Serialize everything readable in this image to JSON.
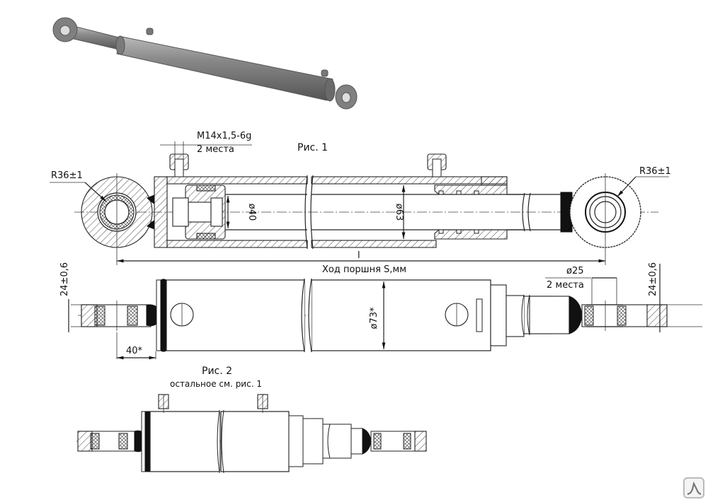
{
  "drawing": {
    "subject": "Hydraulic cylinder",
    "figure1": {
      "title": "Рис. 1",
      "thread_callout": {
        "line1": "M14x1,5-6g",
        "line2": "2 места"
      },
      "radius_left": "R36±1",
      "radius_right": "R36±1",
      "rod_diameter": "ø40",
      "bore_diameter": "ø63",
      "length_label": "l",
      "stroke_label": "Ход поршня S,мм"
    },
    "figure1_side": {
      "eye_thickness_left": "24±0,6",
      "eye_thickness_right": "24±0,6",
      "eye_offset": "40*",
      "outer_diameter": "ø73*",
      "pin_callout": {
        "line1": "ø25",
        "line2": "2 места"
      }
    },
    "figure2": {
      "title": "Рис. 2",
      "subtitle": "остальное см. рис. 1"
    },
    "watermark_icon": "lambda-logo-icon"
  }
}
